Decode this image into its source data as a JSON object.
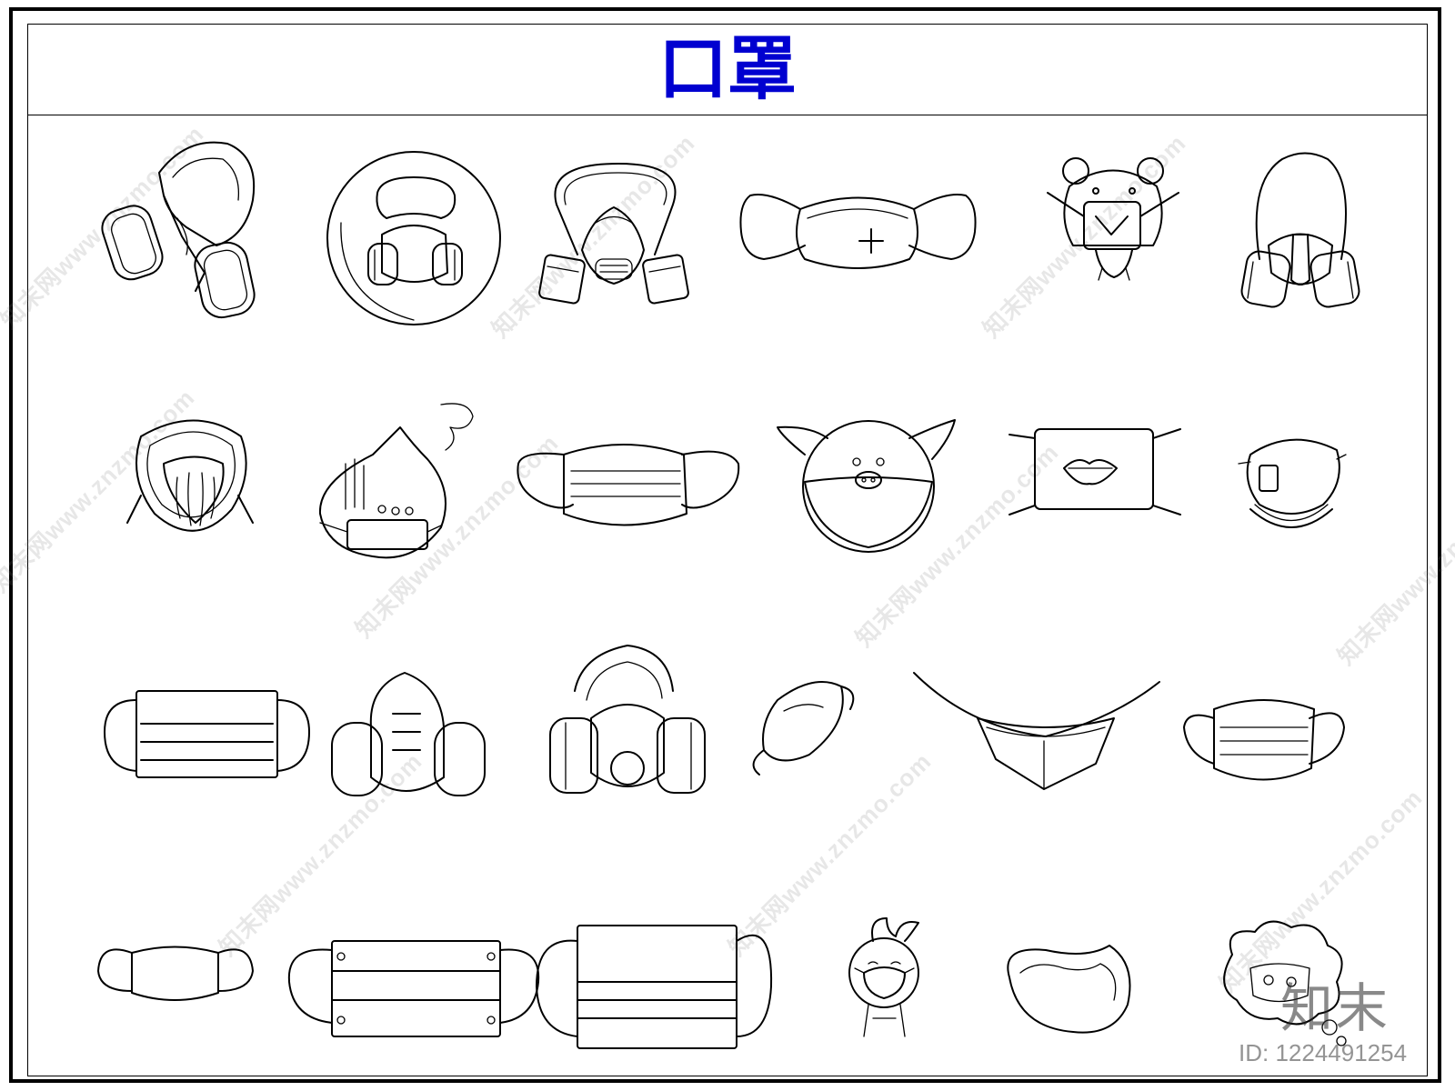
{
  "title": "口罩",
  "title_color": "#0000d0",
  "watermark_text": "知末网www.znzmo.com",
  "logo_text": "知末",
  "id_label": "ID: 1224491254",
  "icons": [
    "gas-mask-icon",
    "round-respirator-icon",
    "half-face-respirator-icon",
    "medical-cross-mask-icon",
    "bear-mask-icon",
    "full-face-gas-mask-icon",
    "n95-mask-icon",
    "onion-mask-icon",
    "pleated-surgical-mask-icon",
    "pig-mask-icon",
    "lips-mask-icon",
    "valved-cup-mask-icon",
    "flat-surgical-mask-icon",
    "filter-cartridge-mask-icon",
    "dual-filter-respirator-icon",
    "folded-mask-icon",
    "v-shaped-mask-icon",
    "curved-surgical-mask-icon",
    "cotton-mask-icon",
    "three-layer-mask-icon",
    "large-surgical-mask-icon",
    "cartoon-kid-mask-icon",
    "sponge-mask-icon",
    "cloud-mask-icon"
  ]
}
